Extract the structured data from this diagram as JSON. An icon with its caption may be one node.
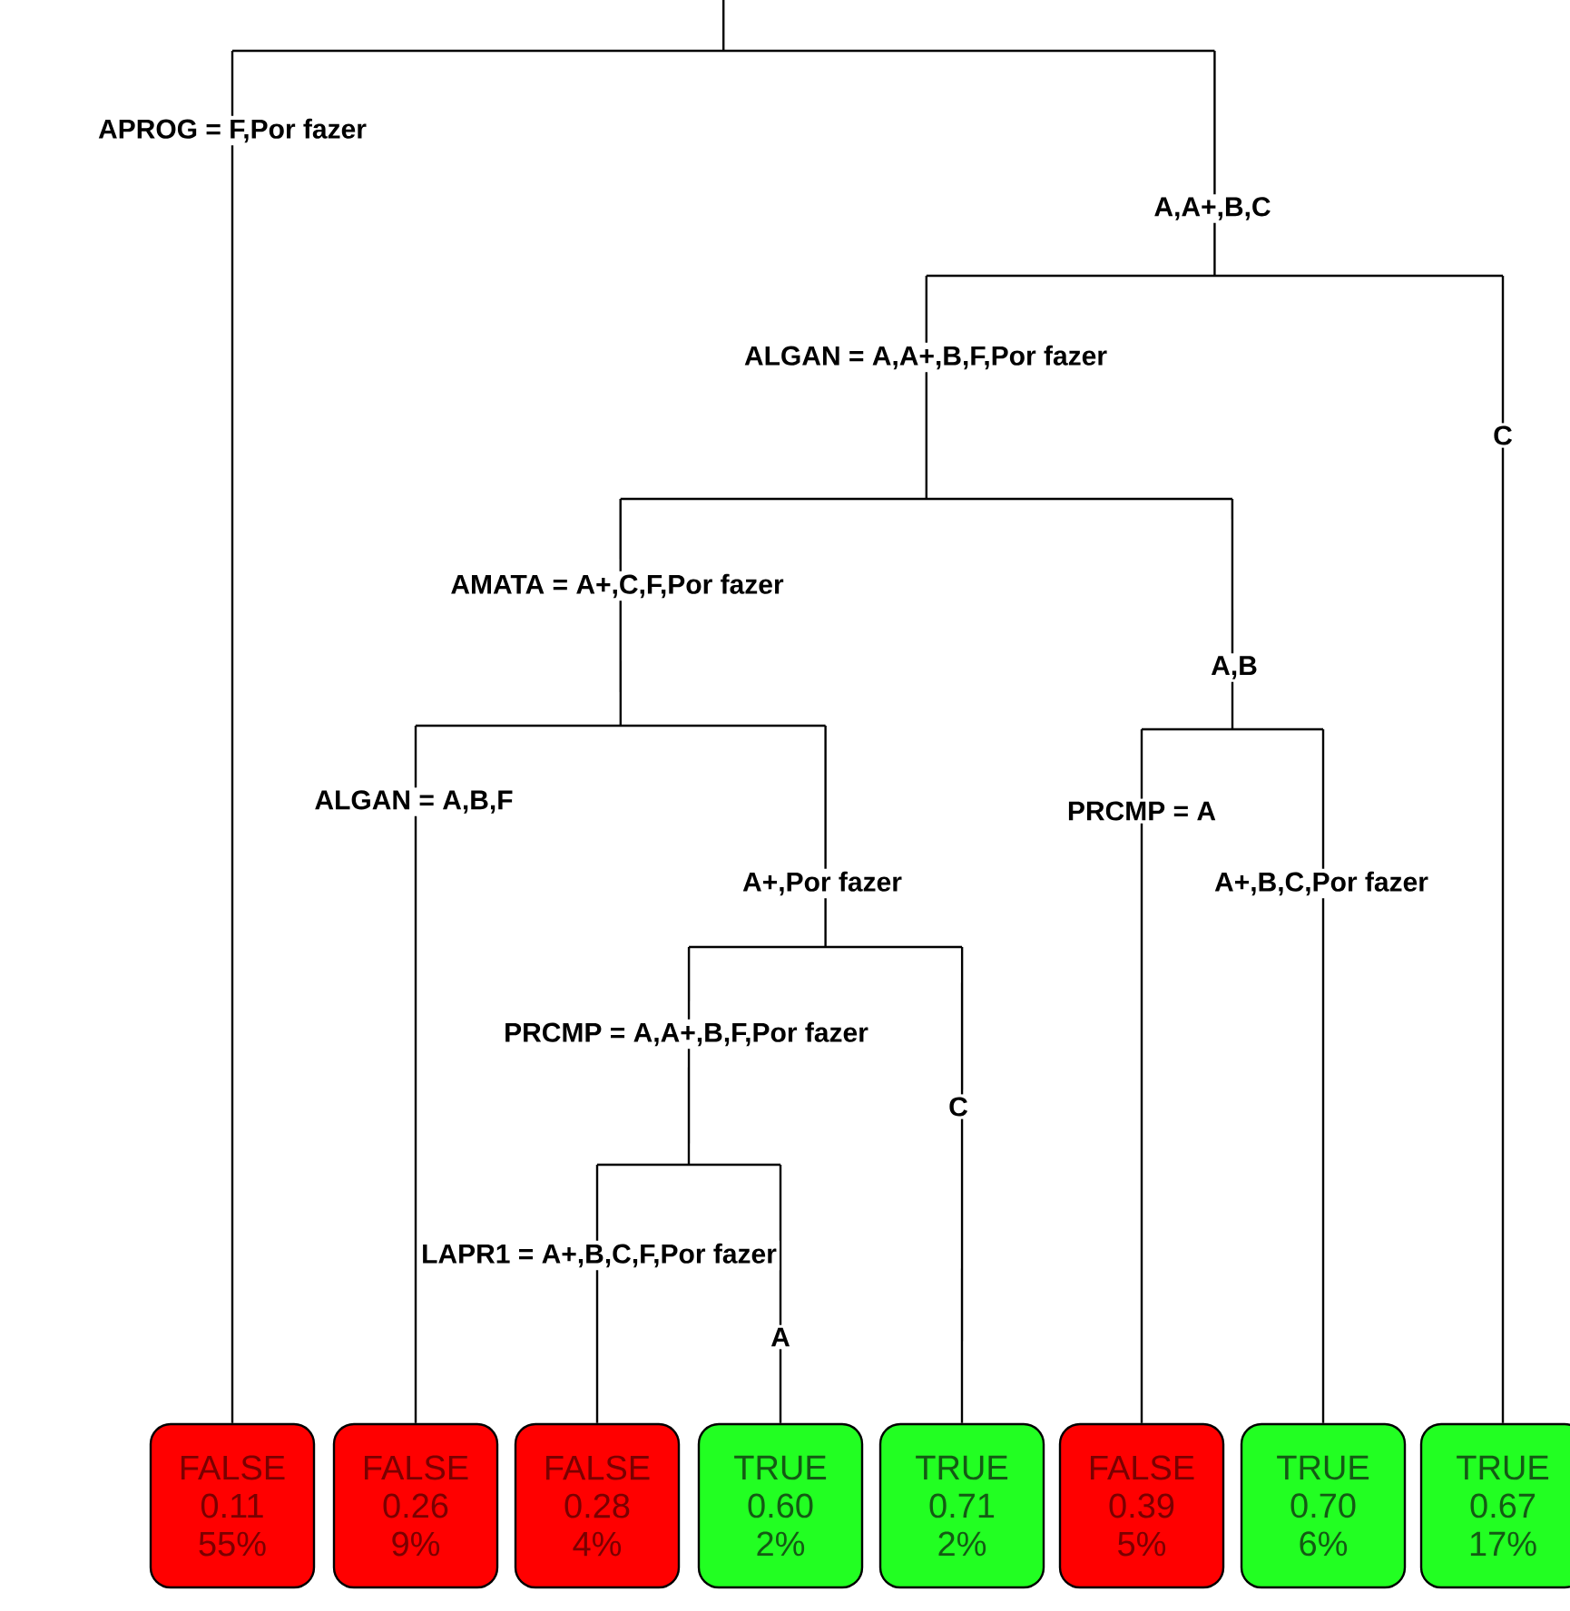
{
  "diagram": {
    "nodes": [
      {
        "text": [],
        "shape": "bar"
      },
      {
        "text": [],
        "shape": "bar"
      },
      {
        "text": [],
        "shape": "bar"
      },
      {
        "text": [],
        "shape": "bar"
      },
      {
        "text": [],
        "shape": "bar"
      },
      {
        "text": [],
        "shape": "bar"
      },
      {
        "text": [],
        "shape": "bar"
      },
      {
        "text": [
          "FALSE",
          "0.11",
          "55%"
        ]
      },
      {
        "text": [
          "FALSE",
          "0.26",
          "9%"
        ]
      },
      {
        "text": [
          "FALSE",
          "0.28",
          "4%"
        ]
      },
      {
        "text": [
          "TRUE",
          "0.60",
          "2%"
        ]
      },
      {
        "text": [
          "TRUE",
          "0.71",
          "2%"
        ]
      },
      {
        "text": [
          "FALSE",
          "0.39",
          "5%"
        ]
      },
      {
        "text": [
          "TRUE",
          "0.70",
          "6%"
        ]
      },
      {
        "text": [
          "TRUE",
          "0.67",
          "17%"
        ]
      }
    ],
    "edges": [
      {
        "from": null,
        "to": 0,
        "arrow": "none"
      },
      {
        "from": 0,
        "to": 7,
        "arrow": "none",
        "label": "APROG = F,Por fazer"
      },
      {
        "from": 0,
        "to": 1,
        "arrow": "none",
        "label": "A,A+,B,C"
      },
      {
        "from": 1,
        "to": 2,
        "arrow": "none",
        "label": "ALGAN = A,A+,B,F,Por fazer"
      },
      {
        "from": 1,
        "to": 14,
        "arrow": "none",
        "label": "C"
      },
      {
        "from": 2,
        "to": 3,
        "arrow": "none",
        "label": "AMATA = A+,C,F,Por fazer"
      },
      {
        "from": 2,
        "to": 4,
        "arrow": "none",
        "label": "A,B"
      },
      {
        "from": 3,
        "to": 8,
        "arrow": "none",
        "label": "ALGAN = A,B,F"
      },
      {
        "from": 3,
        "to": 5,
        "arrow": "none",
        "label": "A+,Por fazer"
      },
      {
        "from": 4,
        "to": 12,
        "arrow": "none",
        "label": "PRCMP = A"
      },
      {
        "from": 4,
        "to": 13,
        "arrow": "none",
        "label": "A+,B,C,Por fazer"
      },
      {
        "from": 5,
        "to": 6,
        "arrow": "none",
        "label": "PRCMP = A,A+,B,F,Por fazer"
      },
      {
        "from": 5,
        "to": 11,
        "arrow": "none",
        "label": "C"
      },
      {
        "from": 6,
        "to": 9,
        "arrow": "none",
        "label": "LAPR1 = A+,B,C,F,Por fazer"
      },
      {
        "from": 6,
        "to": 10,
        "arrow": "none",
        "label": "A"
      }
    ]
  }
}
